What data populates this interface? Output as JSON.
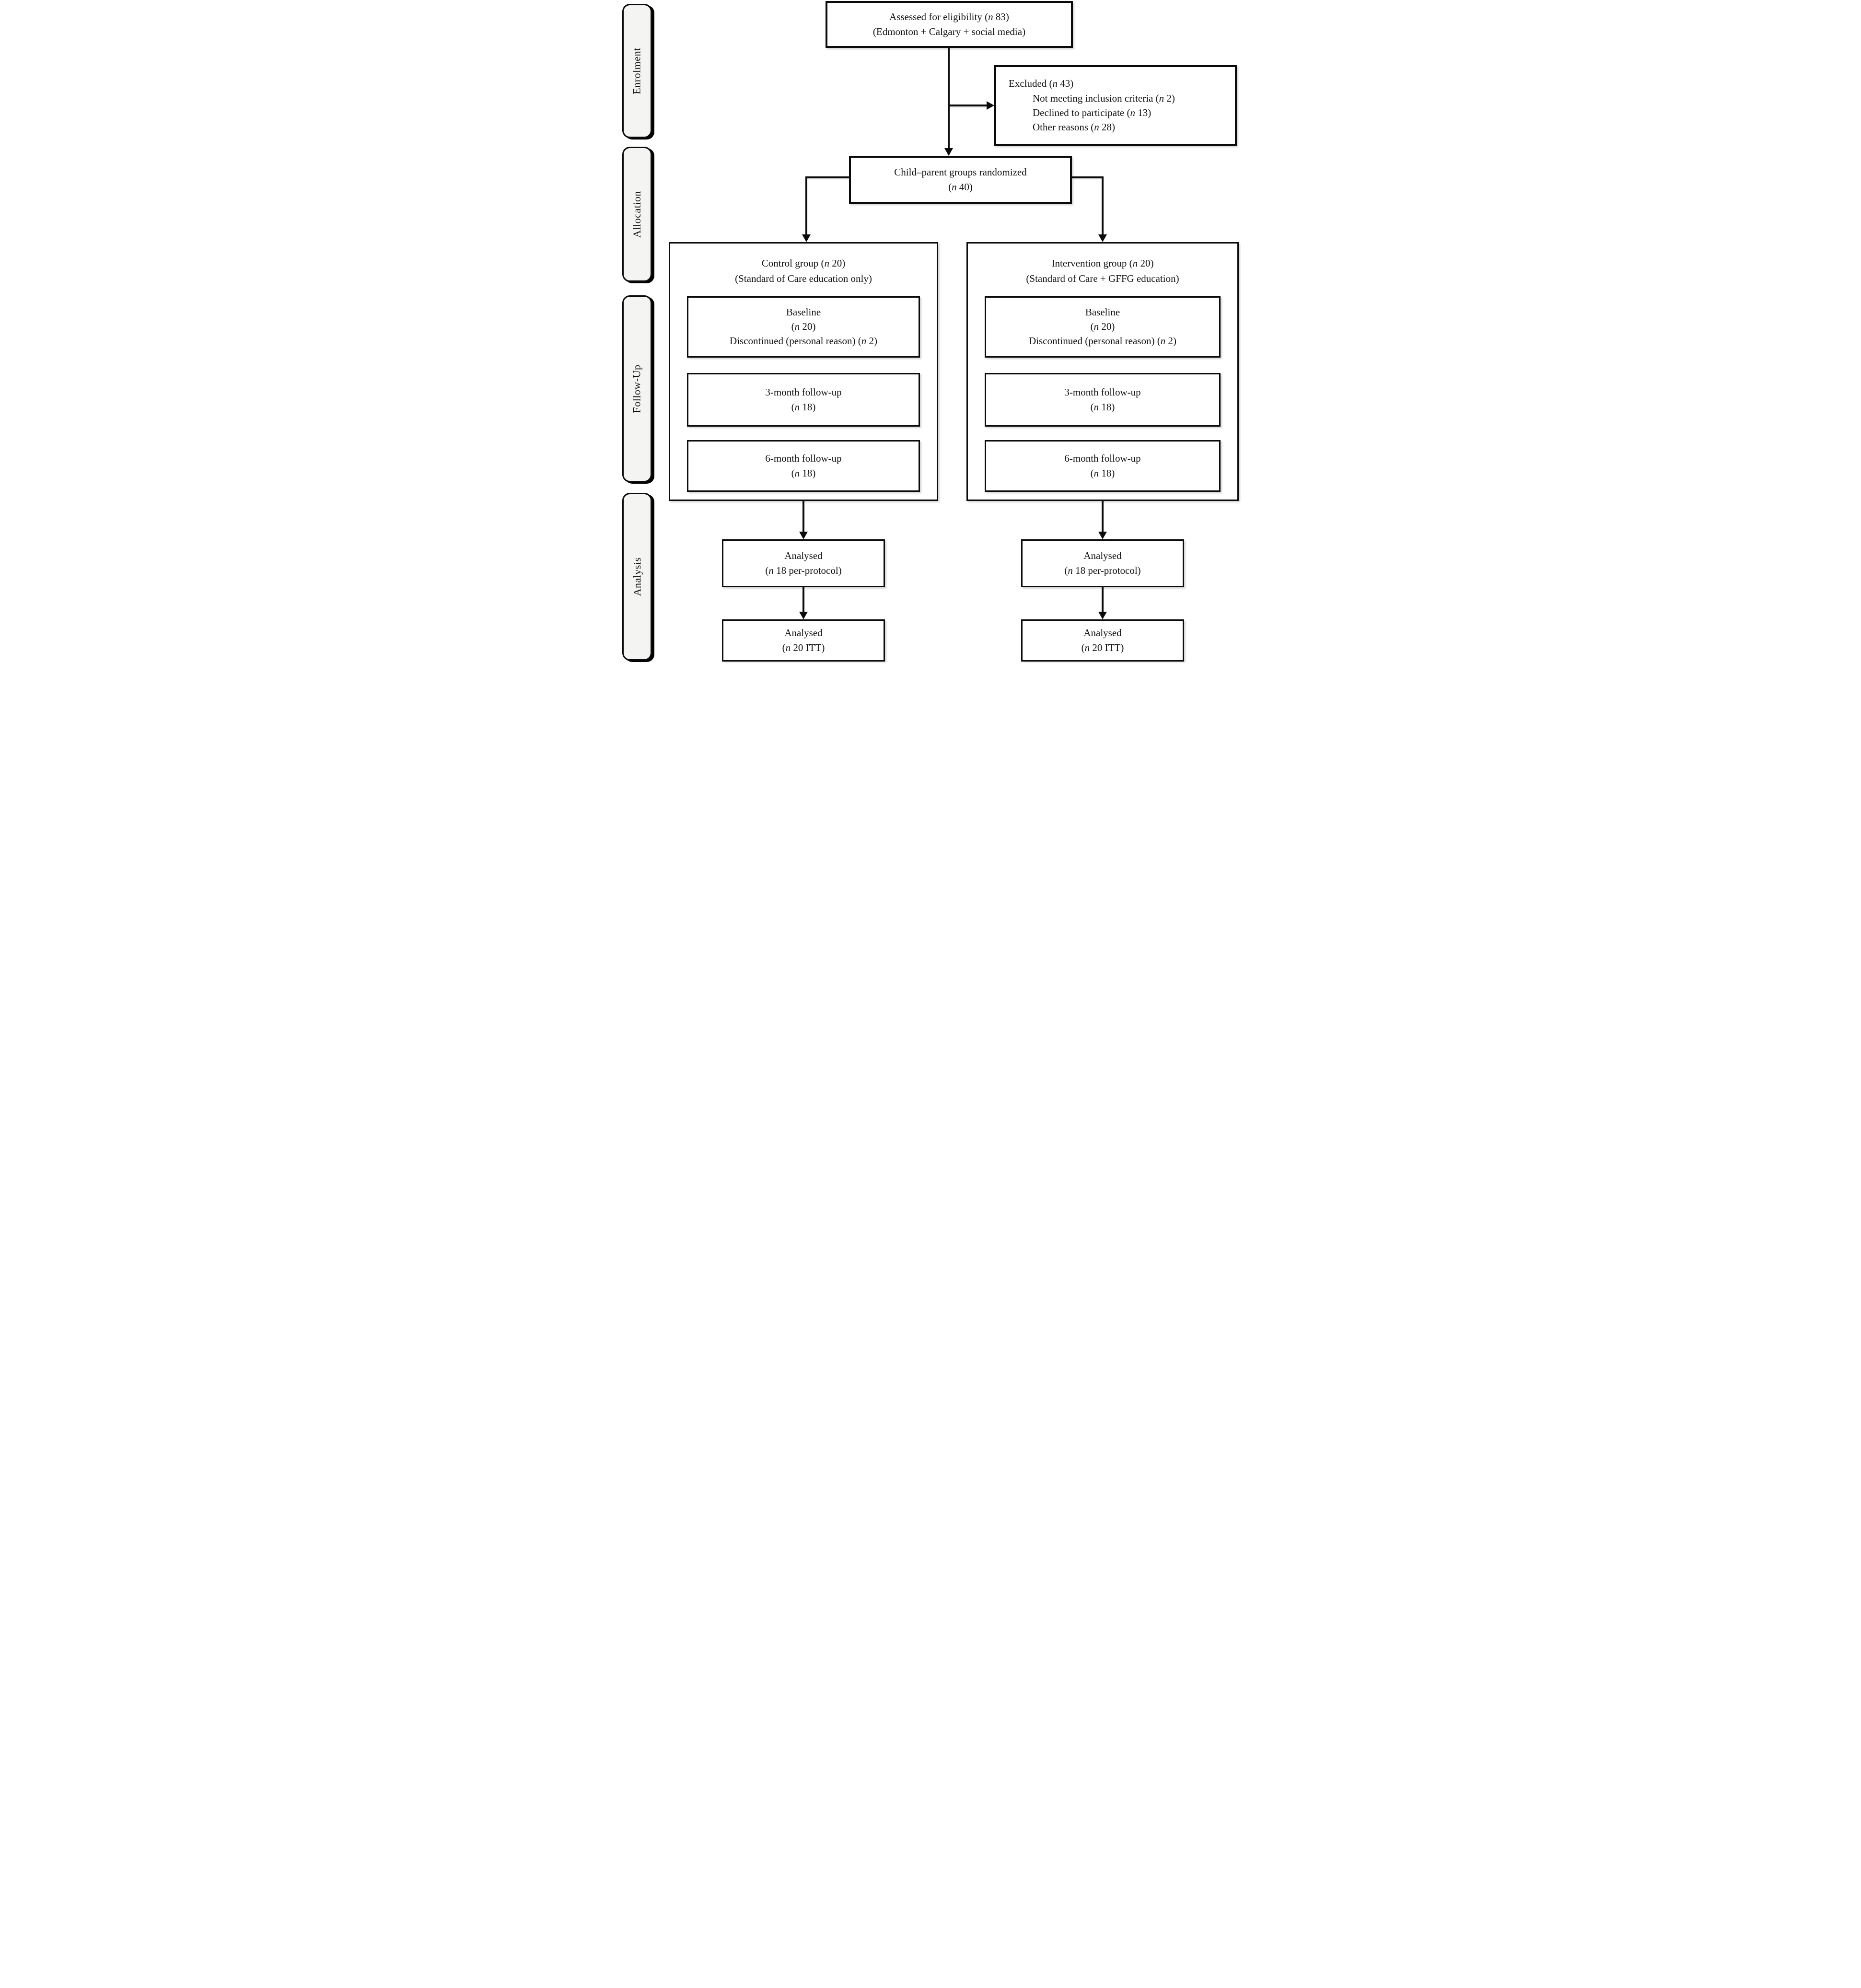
{
  "figure": {
    "background": "#ffffff",
    "line_color": "#0b0b0b",
    "sidebar_fill": "#f4f4f2"
  },
  "sidebar": {
    "items": [
      {
        "label": "Enrolment"
      },
      {
        "label": "Allocation"
      },
      {
        "label": "Follow-Up"
      },
      {
        "label": "Analysis"
      }
    ]
  },
  "flow": {
    "assessed": {
      "lines": [
        "Assessed for eligibility (n 83)",
        "(Edmonton + Calgary + social media)"
      ]
    },
    "excluded": {
      "title": "Excluded (n 43)",
      "reasons": [
        "Not meeting inclusion criteria (n 2)",
        "Declined to participate (n 13)",
        "Other reasons (n 28)"
      ]
    },
    "randomized": {
      "lines": [
        "Child–parent groups randomized",
        "(n 40)"
      ]
    },
    "groups": [
      {
        "name": "control",
        "header": [
          "Control group (n 20)",
          "(Standard of Care education only)"
        ],
        "stages": [
          {
            "lines": [
              "Baseline",
              "(n 20)",
              "Discontinued (personal reason) (n 2)"
            ]
          },
          {
            "lines": [
              "3-month follow-up",
              "(n 18)"
            ]
          },
          {
            "lines": [
              "6-month follow-up",
              "(n 18)"
            ]
          }
        ],
        "analysis": [
          {
            "lines": [
              "Analysed",
              "(n 18 per-protocol)"
            ]
          },
          {
            "lines": [
              "Analysed",
              "(n 20 ITT)"
            ]
          }
        ]
      },
      {
        "name": "intervention",
        "header": [
          "Intervention group (n 20)",
          "(Standard of Care + GFFG education)"
        ],
        "stages": [
          {
            "lines": [
              "Baseline",
              "(n 20)",
              "Discontinued (personal reason) (n 2)"
            ]
          },
          {
            "lines": [
              "3-month follow-up",
              "(n 18)"
            ]
          },
          {
            "lines": [
              "6-month follow-up",
              "(n 18)"
            ]
          }
        ],
        "analysis": [
          {
            "lines": [
              "Analysed",
              "(n 18 per-protocol)"
            ]
          },
          {
            "lines": [
              "Analysed",
              "(n 20 ITT)"
            ]
          }
        ]
      }
    ]
  }
}
